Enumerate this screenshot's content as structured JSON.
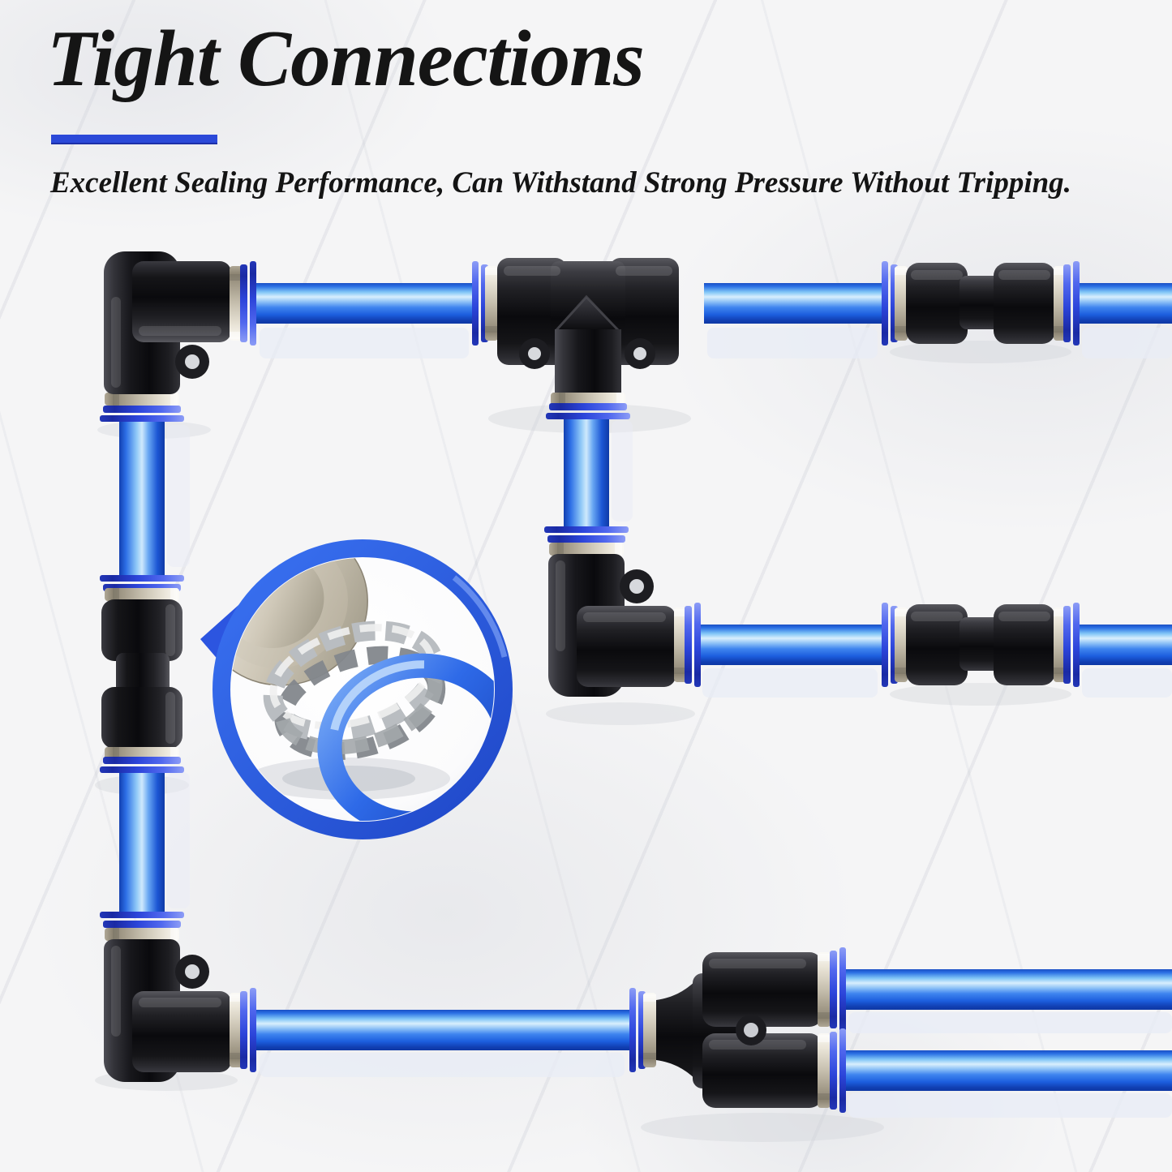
{
  "header": {
    "title": "Tight Connections",
    "subtitle": "Excellent Sealing Performance, Can Withstand Strong Pressure Without Tripping.",
    "underline_color": "#2b49d8"
  },
  "palette": {
    "tube_blue": "#2e6fe6",
    "tube_highlight": "#d9effd",
    "tube_shadow": "#0e38a4",
    "collet_flange_blue": "#3350e2",
    "collar_silver": "#c6bfae",
    "fitting_black": "#0a0a0d",
    "magnifier_rim_blue": "#2b5ce4",
    "seal_o_ring_blue": "#2e6ae8",
    "lock_washer_silver": "#b9bdc1",
    "background_marble": "#f5f5f6"
  },
  "illustration": {
    "fittings": [
      "elbow-fitting",
      "tee-fitting",
      "straight-union-fitting",
      "y-splitter-fitting"
    ],
    "magnifier_parts": [
      "metal-cap",
      "stainless-claw-washer",
      "blue-seal-o-ring"
    ]
  }
}
